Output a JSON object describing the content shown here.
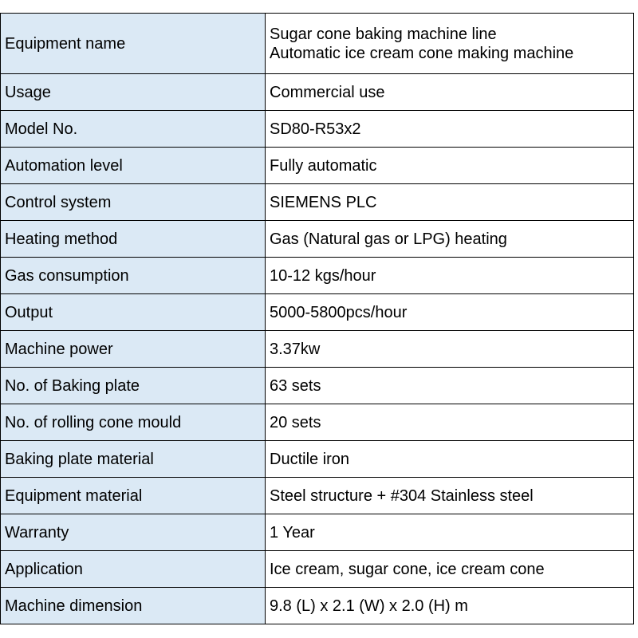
{
  "colors": {
    "label_background": "#dbe9f5",
    "value_background": "#ffffff",
    "border": "#000000"
  },
  "rows": [
    {
      "label": "Equipment name",
      "value_lines": [
        "Sugar cone baking machine line",
        "Automatic ice cream cone making machine"
      ]
    },
    {
      "label": "Usage",
      "value": "Commercial use"
    },
    {
      "label": "Model No.",
      "value": "SD80-R53x2"
    },
    {
      "label": "Automation level",
      "value": "Fully automatic"
    },
    {
      "label": "Control system",
      "value": "SIEMENS PLC"
    },
    {
      "label": "Heating method",
      "value": "Gas (Natural gas or LPG) heating"
    },
    {
      "label": "Gas consumption",
      "value": "10-12 kgs/hour"
    },
    {
      "label": "Output",
      "value": "5000-5800pcs/hour"
    },
    {
      "label": "Machine power",
      "value": "3.37kw"
    },
    {
      "label": "No. of Baking plate",
      "value": "63 sets"
    },
    {
      "label": "No. of rolling cone mould",
      "value": "20 sets"
    },
    {
      "label": "Baking plate material",
      "value": "Ductile iron"
    },
    {
      "label": "Equipment material",
      "value": "Steel structure + #304 Stainless steel"
    },
    {
      "label": "Warranty",
      "value": "1 Year"
    },
    {
      "label": "Application",
      "value": "Ice cream, sugar cone, ice cream cone"
    },
    {
      "label": "Machine dimension",
      "value": "9.8 (L) x 2.1 (W) x 2.0 (H) m"
    }
  ]
}
